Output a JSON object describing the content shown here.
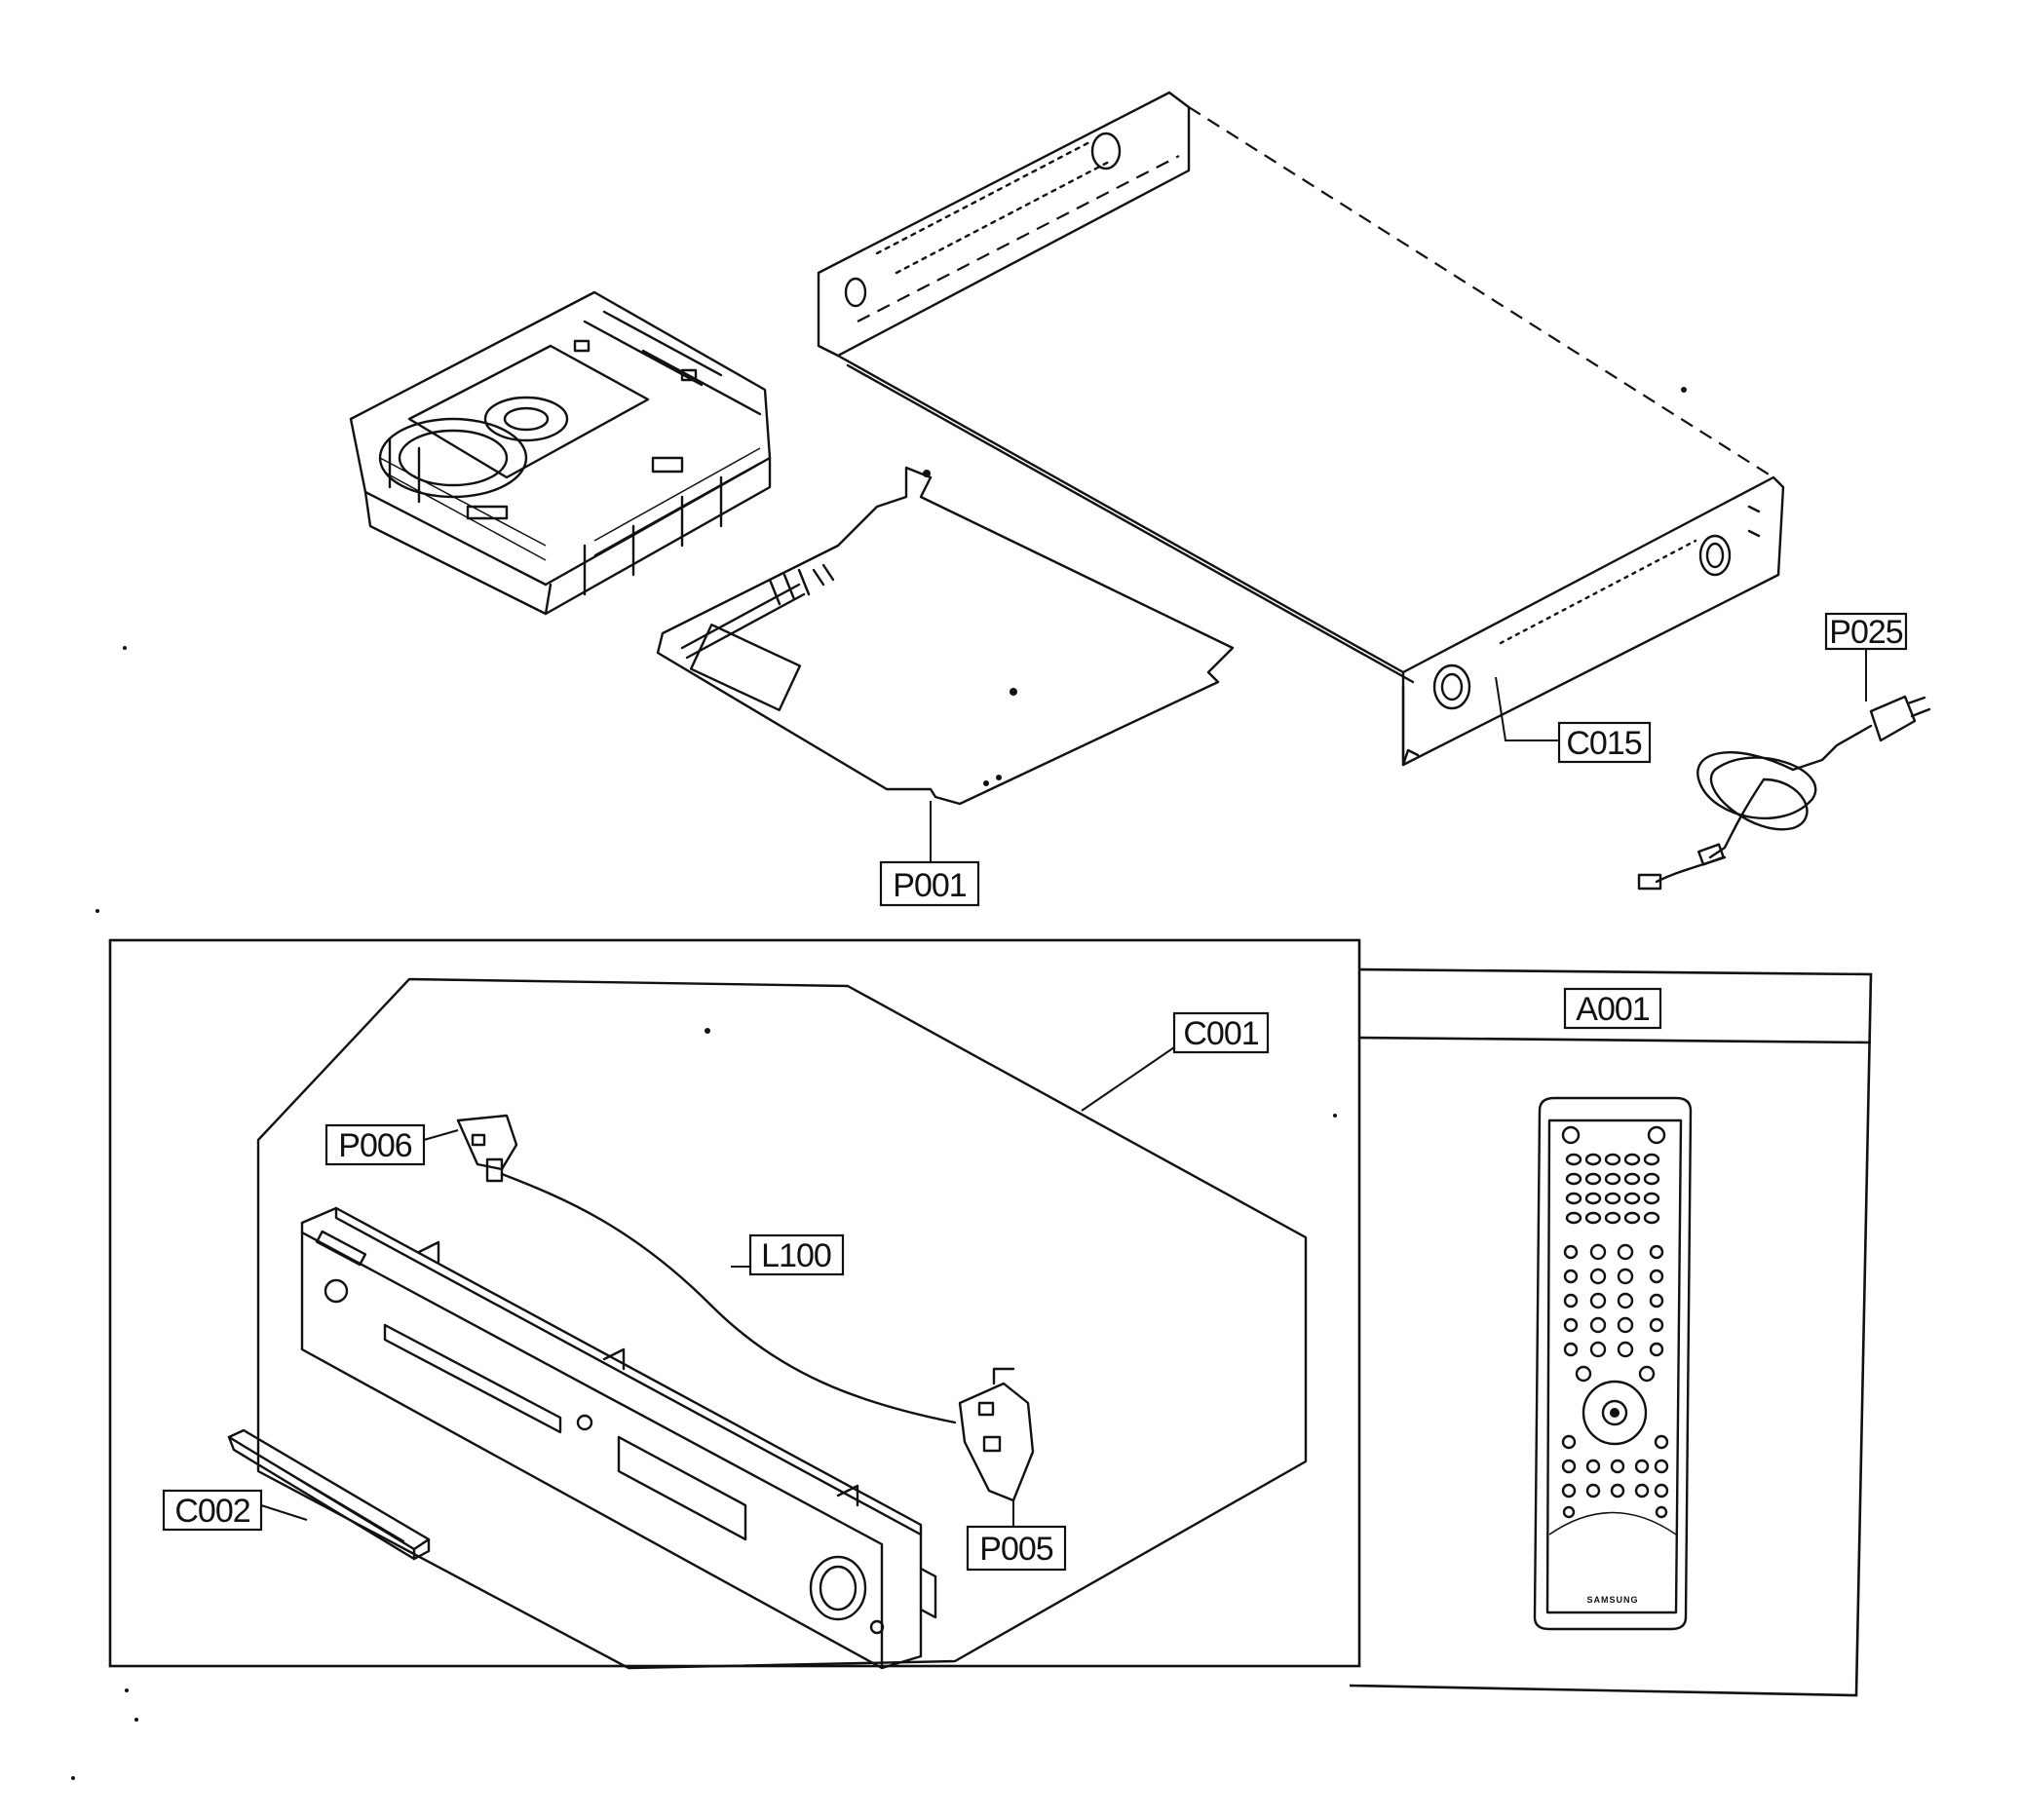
{
  "labels": {
    "P025": "P025",
    "C015": "C015",
    "P001": "P001",
    "C001": "C001",
    "A001": "A001",
    "P006": "P006",
    "L100": "L100",
    "C002": "C002",
    "P005": "P005"
  },
  "remote": {
    "brand": "SAMSUNG"
  }
}
